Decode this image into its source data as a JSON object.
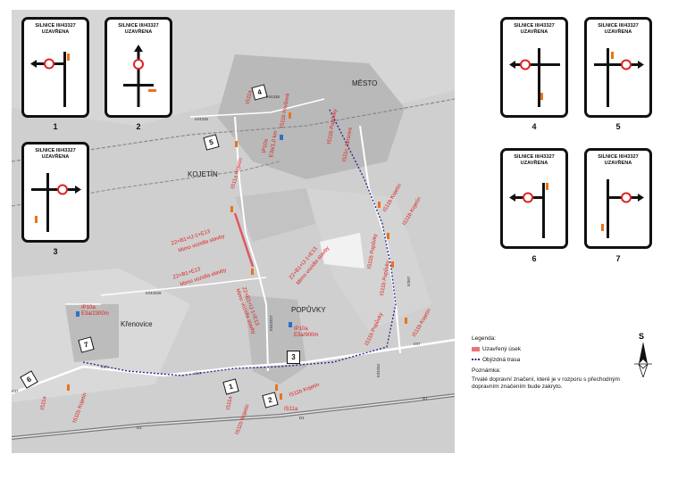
{
  "sign_title": [
    "SILNICE III/43327",
    "UZAVŘENA"
  ],
  "sign_numbers": [
    "1",
    "2",
    "3",
    "4",
    "5",
    "6",
    "7"
  ],
  "places": {
    "mesto": "MĚSTO",
    "kojetin": "KOJETÍN",
    "krenovice": "Křenovice",
    "popuvky": "POPŮVKY"
  },
  "roads": {
    "r4335": "III/4335",
    "r4336": "III/4336",
    "r43328": "III/43328",
    "r43327": "III/43327",
    "r47a": "I/47",
    "r47b": "I/47",
    "r47c": "I/47",
    "r47d": "I/47",
    "d1a": "D1",
    "d1b": "D1",
    "d1c": "D1",
    "r367": "II/367",
    "r4334": "III/4334"
  },
  "sites": [
    "1",
    "2",
    "3",
    "4",
    "5",
    "6",
    "7"
  ],
  "map_labels": {
    "is11a_top": "IS11a",
    "is11b_hrusova": "IS11b Hrušová",
    "is11b_popuvky": "IS11b Popůvky",
    "is11c_jansova": "IS11c Jánsova",
    "ip10a_top": "IP10a",
    "e3a_top": "E3a/1,0 km",
    "is11a_kojetin": "IS11a Kojetín",
    "z2_b1_up": "Z2+B1+IJ-1+E13",
    "mimo_up": "Mimo vozidla stavby",
    "z2_b1_mid": "Z2+B1+E13",
    "mimo_mid": "Mimo vozidla stavby",
    "z2_b1_right": "Z2+B1+IJ-1+E13",
    "mimo_right": "Mimo vozidla stavby",
    "z2_b1_red": "Z2+B1+IJ-1+E13",
    "mimo_red": "Mimo vozidla stavby",
    "is11b_kojetin_r1": "IS11b Kojetín",
    "is11b_kojetin_r2": "IS11b Kojetín",
    "is11b_popuvky_r": "IS11b Popůvky",
    "is11b_popuvky_r2": "IS11b Popůvky",
    "is11b_kojetin_r3": "IS11b Kojetín",
    "is11b_popuvky_r3": "IS11b Popůvky",
    "ip10a_kren": "IP10a",
    "e3a_kren": "E3a/2300m",
    "ip10a_pop": "IP10a",
    "e3a_pop": "E3a/900m",
    "is11a_s6": "IS11a",
    "is11b_kojetin_s6": "IS11b Kojetín",
    "is11a_s1": "IS11a",
    "is11b_kojetin_s1": "IS11b Kojetín",
    "is11b_kojetin_s2": "IS11b Kojetín",
    "is11a_s2": "IS11a"
  },
  "legend": {
    "title": "Legenda:",
    "closed": "Uzavřený úsek",
    "detour": "Objízdná trasa",
    "note_title": "Poznámka:",
    "note": "Trvalé dopravní značení, které je v rozporu s přechodným dopravním značením bude zakryto."
  },
  "north": "S",
  "colors": {
    "closed": "#e8747c",
    "detour": "#2d2d8f",
    "sign_red": "#d22",
    "sign_orange": "#e8741c"
  }
}
